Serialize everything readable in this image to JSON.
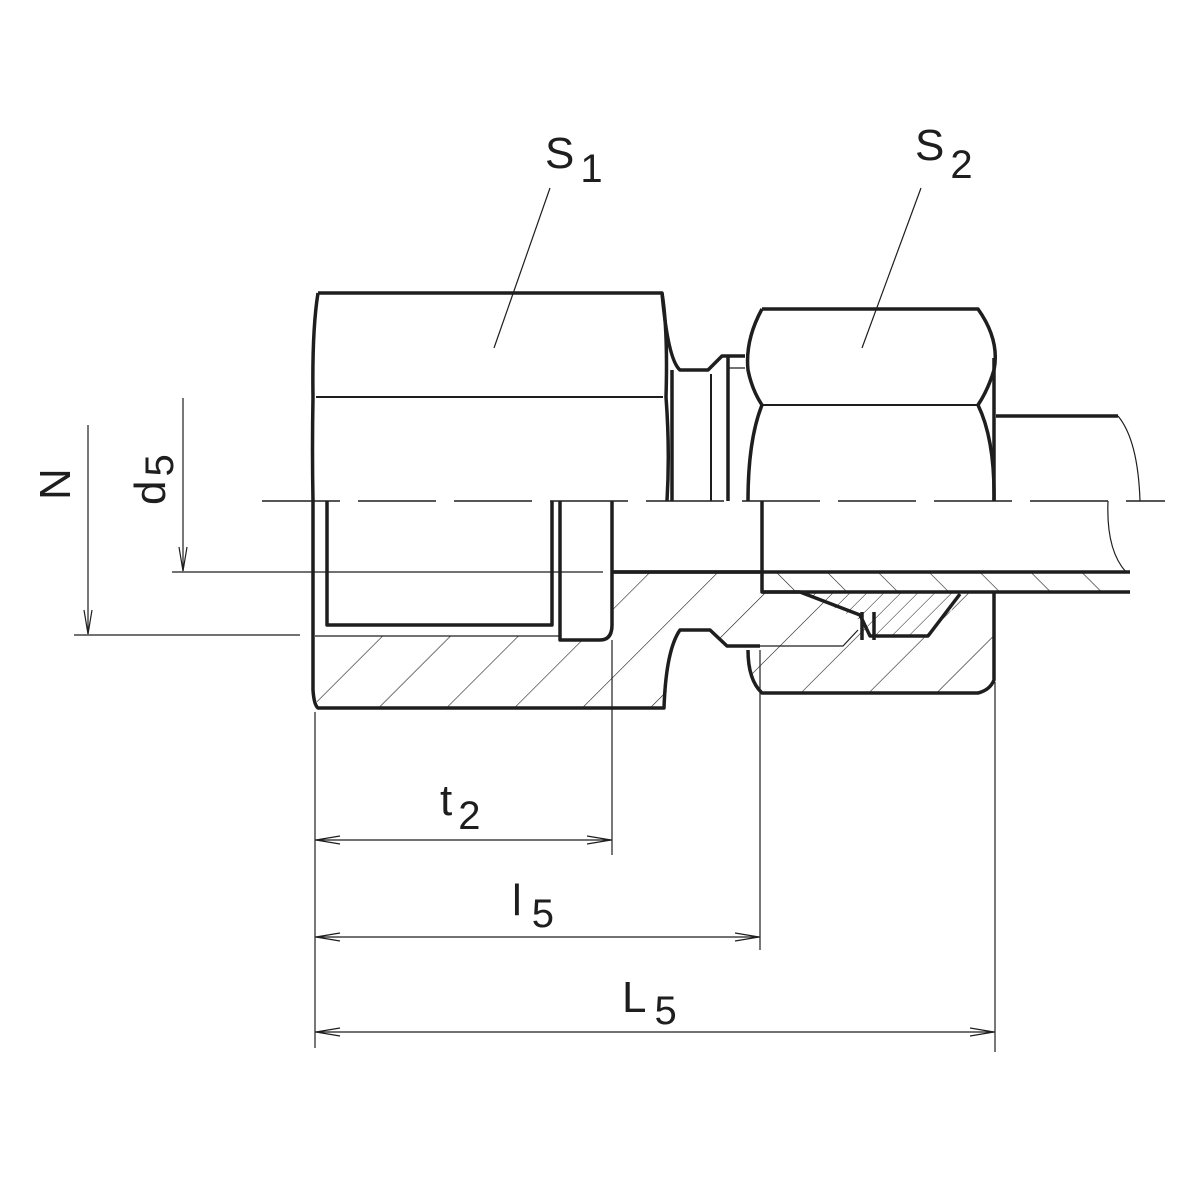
{
  "drawing": {
    "title": "Female stud coupling with union nut",
    "labels": {
      "s1": {
        "main": "S",
        "sub": "1"
      },
      "s2": {
        "main": "S",
        "sub": "2"
      },
      "n": {
        "main": "N"
      },
      "d5": {
        "main": "d",
        "sub": "5"
      },
      "t2": {
        "main": "t",
        "sub": "2"
      },
      "l5": {
        "main": "l",
        "sub": "5"
      },
      "L5": {
        "main": "L",
        "sub": "5"
      }
    },
    "colors": {
      "line": "#1e1e1e",
      "background": "#ffffff"
    }
  }
}
